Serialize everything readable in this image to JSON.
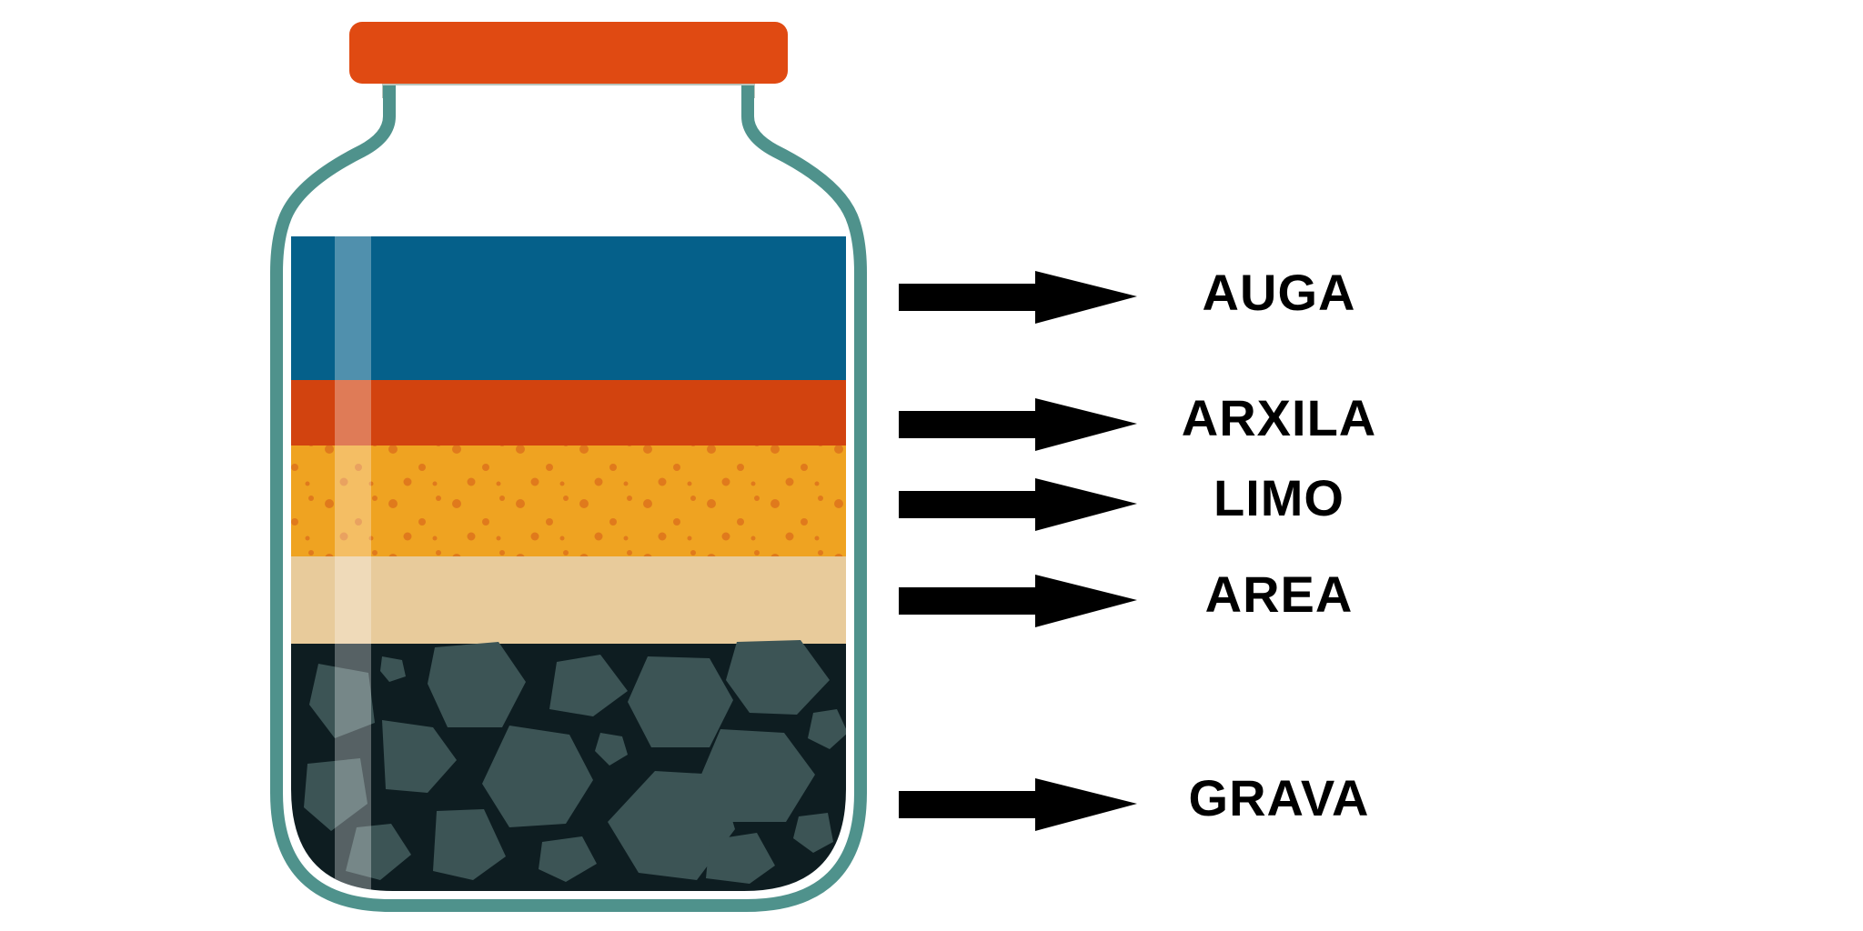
{
  "colors": {
    "background": "#ffffff",
    "lid": "#e04a12",
    "jar_outline": "#4f928c",
    "water": "#05608a",
    "clay": "#d2430f",
    "silt": "#efa321",
    "sand": "#e8cb9b",
    "gravel_bg": "#0e1d21",
    "gravel_stone": "#3c5455",
    "arrow": "#000000"
  },
  "layers": [
    {
      "id": "auga",
      "label": "AUGA"
    },
    {
      "id": "arxila",
      "label": "ARXILA"
    },
    {
      "id": "limo",
      "label": "LIMO"
    },
    {
      "id": "area",
      "label": "AREA"
    },
    {
      "id": "grava",
      "label": "GRAVA"
    }
  ]
}
